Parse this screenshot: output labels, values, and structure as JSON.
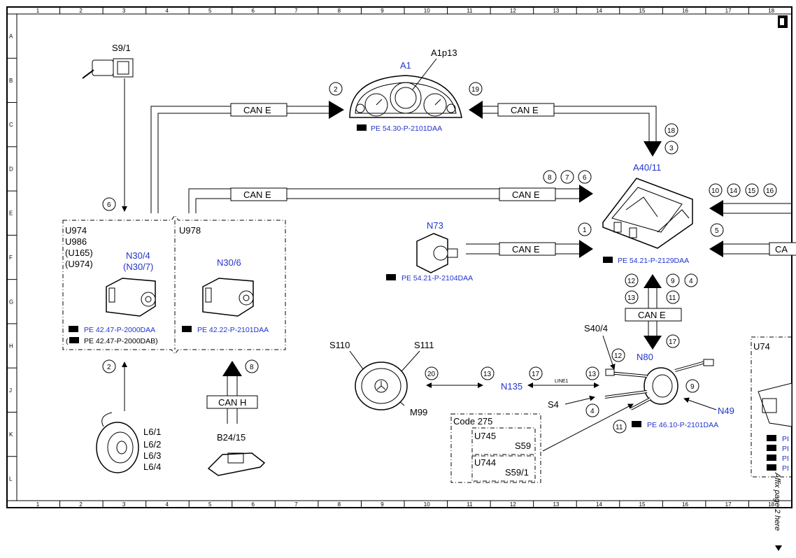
{
  "grid": {
    "columns": [
      "1",
      "2",
      "3",
      "4",
      "5",
      "6",
      "7",
      "8",
      "9",
      "10",
      "11",
      "12",
      "13",
      "14",
      "15",
      "16",
      "17",
      "18"
    ],
    "rows": [
      "A",
      "B",
      "C",
      "D",
      "E",
      "F",
      "G",
      "H",
      "J",
      "K",
      "L"
    ]
  },
  "components": {
    "s9_1": "S9/1",
    "a1": "A1",
    "a1p13": "A1p13",
    "a1_ref": "PE 54.30-P-2101DAA",
    "a40_11": "A40/11",
    "a40_11_ref": "PE 54.21-P-2129DAA",
    "n73": "N73",
    "n73_ref": "PE 54.21-P-2104DAA",
    "u974": "U974",
    "u986": "U986",
    "u165": "(U165)",
    "u974b": "(U974)",
    "n30_4": "N30/4",
    "n30_7": "(N30/7)",
    "n30_4_ref1": "PE 42.47-P-2000DAA",
    "n30_4_ref2": "PE 42.47-P-2000DAB)",
    "n30_4_ref2_open": "(",
    "u978": "U978",
    "n30_6": "N30/6",
    "n30_6_ref": "PE 42.22-P-2101DAA",
    "s110": "S110",
    "s111": "S111",
    "m99": "M99",
    "n135": "N135",
    "line_e1": "LINE1",
    "s40_4": "S40/4",
    "s4": "S4",
    "n80": "N80",
    "n49": "N49",
    "n80_ref": "PE 46.10-P-2101DAA",
    "l6_1": "L6/1",
    "l6_2": "L6/2",
    "l6_3": "L6/3",
    "l6_4": "L6/4",
    "b24_15": "B24/15",
    "code275": "Code 275",
    "u745": "U745",
    "s59": "S59",
    "u744": "U744",
    "s59_1": "S59/1",
    "u74": "U74",
    "u74_refs": [
      "PI",
      "PI",
      "PI",
      "PI"
    ]
  },
  "buses": {
    "can_e": "CAN E",
    "can_h": "CAN H",
    "can_partial": "CA"
  },
  "circle_numbers": {
    "c2a": "2",
    "c19": "19",
    "c18": "18",
    "c3a": "3",
    "c8a": "8",
    "c7": "7",
    "c6a": "6",
    "c10": "10",
    "c14": "14",
    "c15": "15",
    "c16": "16",
    "c1": "1",
    "c5": "5",
    "c12a": "12",
    "c9a": "9",
    "c4a": "4",
    "c13a": "13",
    "c11a": "11",
    "c17a": "17",
    "c6b": "6",
    "c2b": "2",
    "c8b": "8",
    "c20": "20",
    "c13b": "13",
    "c17b": "17",
    "c13c": "13",
    "c12b": "12",
    "c4b": "4",
    "c9b": "9",
    "c11b": "11"
  },
  "side_note": "Affix page 2 here"
}
